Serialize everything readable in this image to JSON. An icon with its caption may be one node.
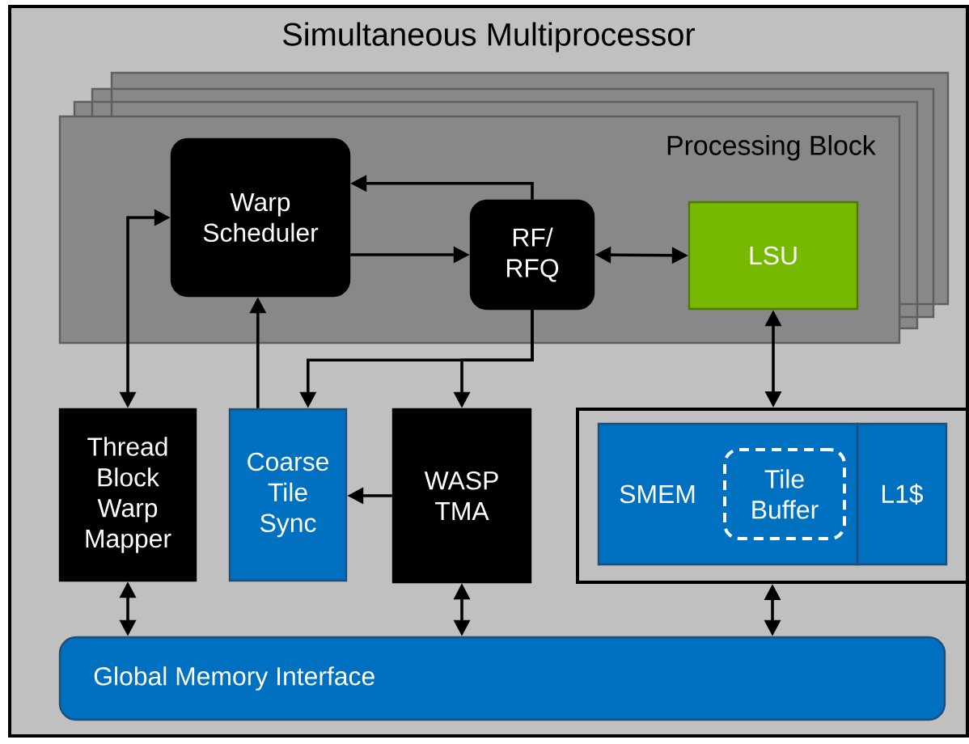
{
  "diagram": {
    "nodes": [
      {
        "text": [
          "Simultaneous Multiprocessor"
        ]
      },
      {
        "text": [
          "Processing Block"
        ],
        "in": 0
      },
      {
        "text": [
          "Warp Scheduler"
        ],
        "in": 1
      },
      {
        "text": [
          "RF/ RFQ"
        ],
        "in": 1
      },
      {
        "text": [
          "LSU"
        ],
        "in": 1
      },
      {
        "text": [
          "Thread Block Warp Mapper"
        ],
        "in": 0
      },
      {
        "text": [
          "Coarse Tile Sync"
        ],
        "in": 0
      },
      {
        "text": [
          "WASP TMA"
        ],
        "in": 0
      },
      {
        "text": [],
        "shape": "box",
        "in": 0
      },
      {
        "text": [
          "SMEM"
        ],
        "in": 8
      },
      {
        "text": [
          "Tile Buffer"
        ],
        "in": 9
      },
      {
        "text": [
          "L1$"
        ],
        "in": 8
      },
      {
        "text": [
          "Global Memory Interface"
        ],
        "in": 0
      }
    ],
    "edges": [
      {
        "from": 5,
        "to": 2,
        "arrow": "both"
      },
      {
        "from": 6,
        "to": 2,
        "arrow": "to"
      },
      {
        "from": 2,
        "to": 3,
        "arrow": "to"
      },
      {
        "from": 3,
        "to": 2,
        "arrow": "to"
      },
      {
        "from": 3,
        "to": 4,
        "arrow": "both"
      },
      {
        "from": 3,
        "to": 6,
        "arrow": "to"
      },
      {
        "from": 3,
        "to": 7,
        "arrow": "to"
      },
      {
        "from": 7,
        "to": 6,
        "arrow": "to"
      },
      {
        "from": 4,
        "to": 8,
        "arrow": "both"
      },
      {
        "from": 5,
        "to": 12,
        "arrow": "both"
      },
      {
        "from": 7,
        "to": 12,
        "arrow": "both"
      },
      {
        "from": 8,
        "to": 12,
        "arrow": "both"
      }
    ]
  }
}
